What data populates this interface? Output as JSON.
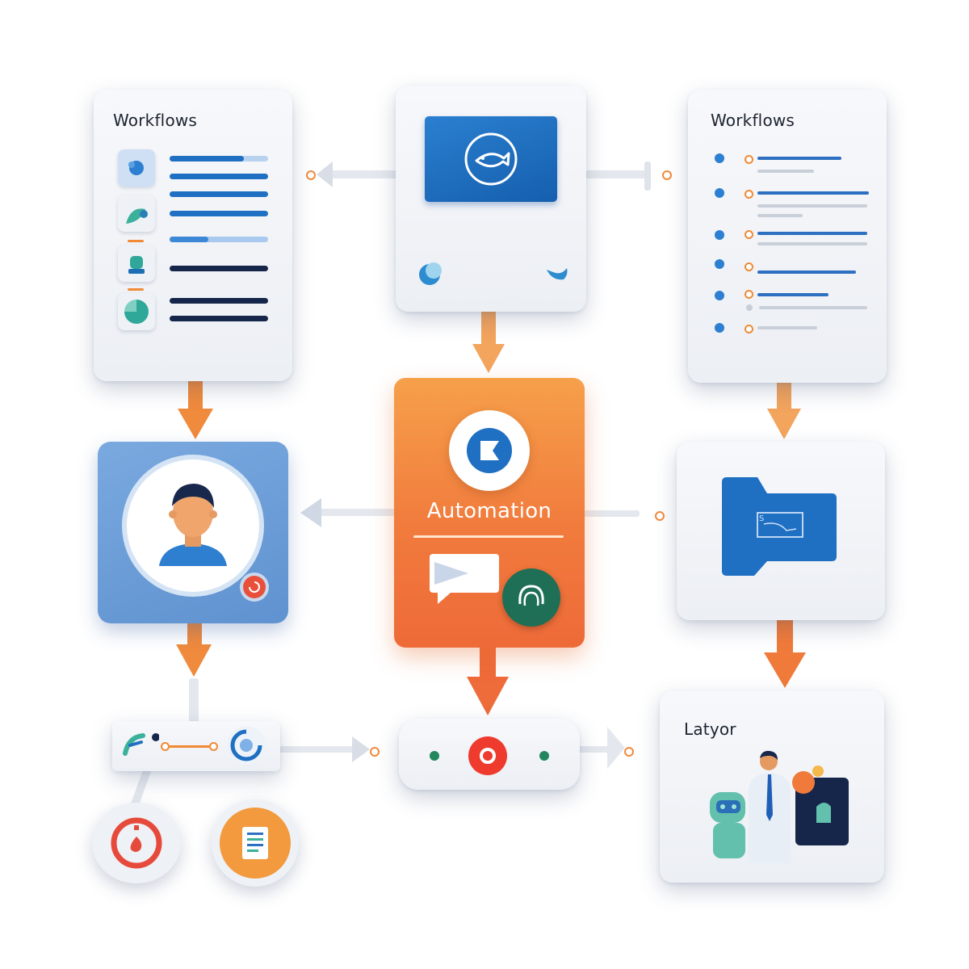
{
  "cards": {
    "workflows_left_title": "Workflows",
    "workflows_right_title": "Workflows",
    "automation_title": "Automation",
    "latyor_title": "Latyor"
  },
  "colors": {
    "accent_orange": "#f07a3a",
    "primary_blue": "#1f6fc2",
    "avatar_panel_blue": "#6f9fd8",
    "dark_navy": "#15264a",
    "connector_grey": "#e4e8ee"
  },
  "icons": [
    "fish-icon",
    "moon-icon",
    "bird-icon",
    "play-icon",
    "chat-bubble-icon",
    "headset-icon",
    "user-avatar-icon",
    "folder-icon",
    "gauge-icon",
    "document-icon",
    "record-icon",
    "person-illustration",
    "robot-icon"
  ]
}
